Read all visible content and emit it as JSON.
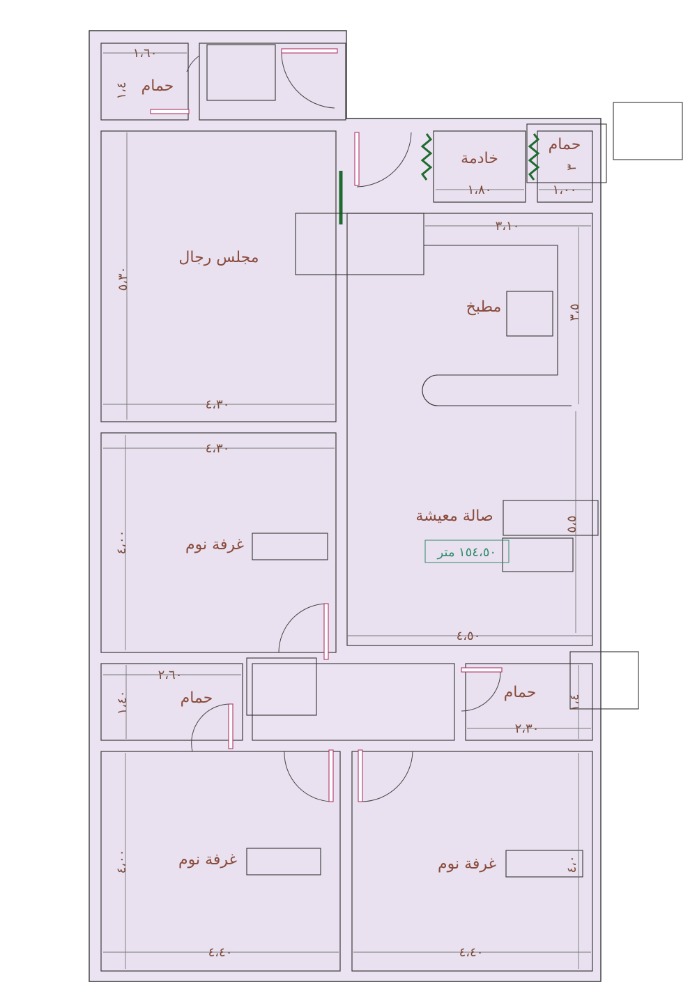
{
  "rooms": {
    "top_bath": "حمام",
    "majlis": "مجلس رجال",
    "maid": "خادمة",
    "maid_bath": "حمام",
    "kitchen": "مطبخ",
    "living": "صالة معيشة",
    "bed_left": "غرفة نوم",
    "bath_mid_left": "حمام",
    "bath_mid_right": "حمام",
    "bed_bottom_left": "غرفة نوم",
    "bed_bottom_right": "غرفة نوم"
  },
  "area": {
    "value": "١٥٤،٥٠",
    "unit": "متر"
  },
  "dims": {
    "top_bath_w": "١،٦٠",
    "top_bath_h": "١،٤",
    "majlis_h": "٥،٣٠",
    "majlis_w": "٤،٣٠",
    "maid_w": "١،٨٠",
    "maid_bath_w": "١،٠٠",
    "maid_bath_h": "٣",
    "kitchen_w": "٣،١٠",
    "kitchen_h": "٣،٥",
    "bed_left_w": "٤،٣٠",
    "bed_left_h": "٤،٠٠",
    "living_h": "٥،٥",
    "living_w": "٤،٥٠",
    "bath_ml_w": "٢،٦٠",
    "bath_ml_h": "١،٤٠",
    "bath_mr_w": "٢،٣٠",
    "bath_mr_h": "١،٤",
    "bed_bl_h": "٤،٠٠",
    "bed_bl_w": "٤،٤٠",
    "bed_br_w": "٤،٤٠",
    "bed_br_h": "٤،٠"
  },
  "colors": {
    "fill": "#e9e1ef",
    "door": "#b0336a",
    "green": "#1e6b2e",
    "text": "#8a4b3c",
    "area": "#2e8b6b"
  }
}
